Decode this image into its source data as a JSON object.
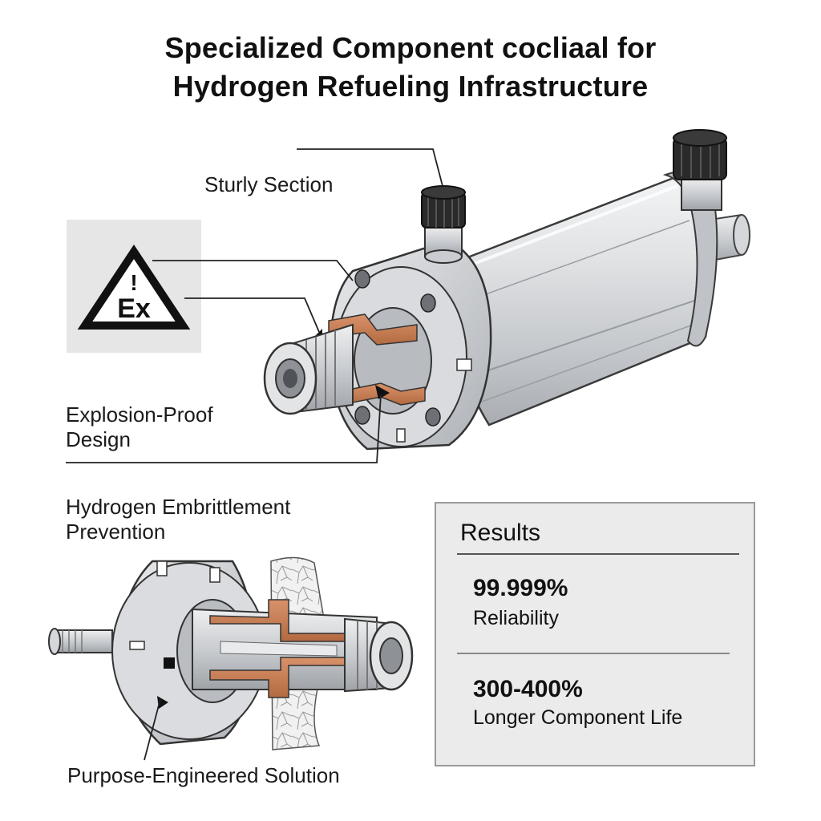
{
  "title": {
    "line1": "Specialized Component cocliaal for",
    "line2": "Hydrogen Refueling Infrastructure"
  },
  "labels": {
    "sturdy_section": "Sturly Section",
    "explosion_proof": "Explosion-Proof Design",
    "hydrogen_embrittlement": "Hydrogen Embrittlement Prevention",
    "purpose_engineered": "Purpose-Engineered Solution"
  },
  "ex_symbol": {
    "exclamation": "!",
    "text": "Ex",
    "icon": "explosion-warning-triangle"
  },
  "results": {
    "title": "Results",
    "items": [
      {
        "value": "99.999%",
        "label": "Reliability"
      },
      {
        "value": "300-400%",
        "label": "Longer Component Life"
      }
    ]
  },
  "colors": {
    "metal": "#c9ccd0",
    "copper_liner": "#c97a4e",
    "knob": "#2a2a2a",
    "panel_bg": "#ebebeb",
    "ex_box_bg": "#e6e6e6"
  }
}
